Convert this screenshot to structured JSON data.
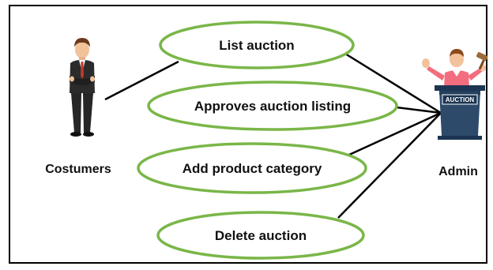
{
  "diagram": {
    "actors": [
      {
        "id": "customer",
        "label": "Costumers"
      },
      {
        "id": "admin",
        "label": "Admin"
      }
    ],
    "use_cases": [
      {
        "id": "list",
        "label": "List auction"
      },
      {
        "id": "approve",
        "label": "Approves auction listing"
      },
      {
        "id": "category",
        "label": "Add product category"
      },
      {
        "id": "delete",
        "label": "Delete auction"
      }
    ],
    "admin_sign_label": "AUCTION",
    "associations": [
      {
        "from": "customer",
        "to": "list"
      },
      {
        "from": "admin",
        "to": "list"
      },
      {
        "from": "admin",
        "to": "approve"
      },
      {
        "from": "admin",
        "to": "category"
      },
      {
        "from": "admin",
        "to": "delete"
      }
    ],
    "colors": {
      "ellipse_stroke": "#7ab648",
      "line": "#000000",
      "podium": "#2d4a6b",
      "shirt": "#f26d7d"
    }
  }
}
